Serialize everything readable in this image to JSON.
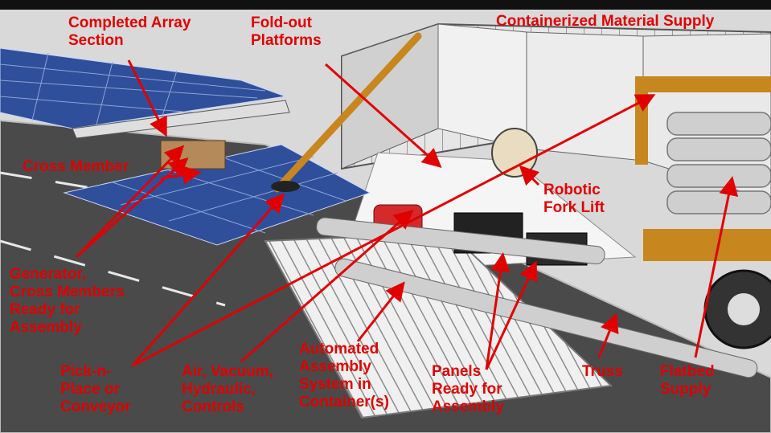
{
  "colors": {
    "label": "#e00000",
    "arrow": "#e00000",
    "background": "#d9d9d9",
    "panel": "#2f4f9a",
    "container": "#e4e4e4",
    "frame": "#c8861e"
  },
  "labels": {
    "completed_array": [
      "Completed Array",
      "Section"
    ],
    "fold_out": [
      "Fold-out",
      "Platforms"
    ],
    "containerized": [
      "Containerized Material Supply"
    ],
    "cross_member": [
      "Cross Member"
    ],
    "robotic": [
      "Robotic",
      "Fork Lift"
    ],
    "generator": [
      "Generator,",
      "Cross Members",
      "Ready for",
      "Assembly"
    ],
    "pick_n_place": [
      "Pick-n-",
      "Place or",
      "Conveyor"
    ],
    "air_vacuum": [
      "Air, Vacuum,",
      "Hydraulic,",
      "Controls"
    ],
    "automated": [
      "Automated",
      "Assembly",
      "System in",
      "Container(s)"
    ],
    "panels_ready": [
      "Panels",
      "Ready for",
      "Assembly"
    ],
    "truss": [
      "Truss"
    ],
    "flatbed": [
      "Flatbed",
      "Supply"
    ]
  }
}
